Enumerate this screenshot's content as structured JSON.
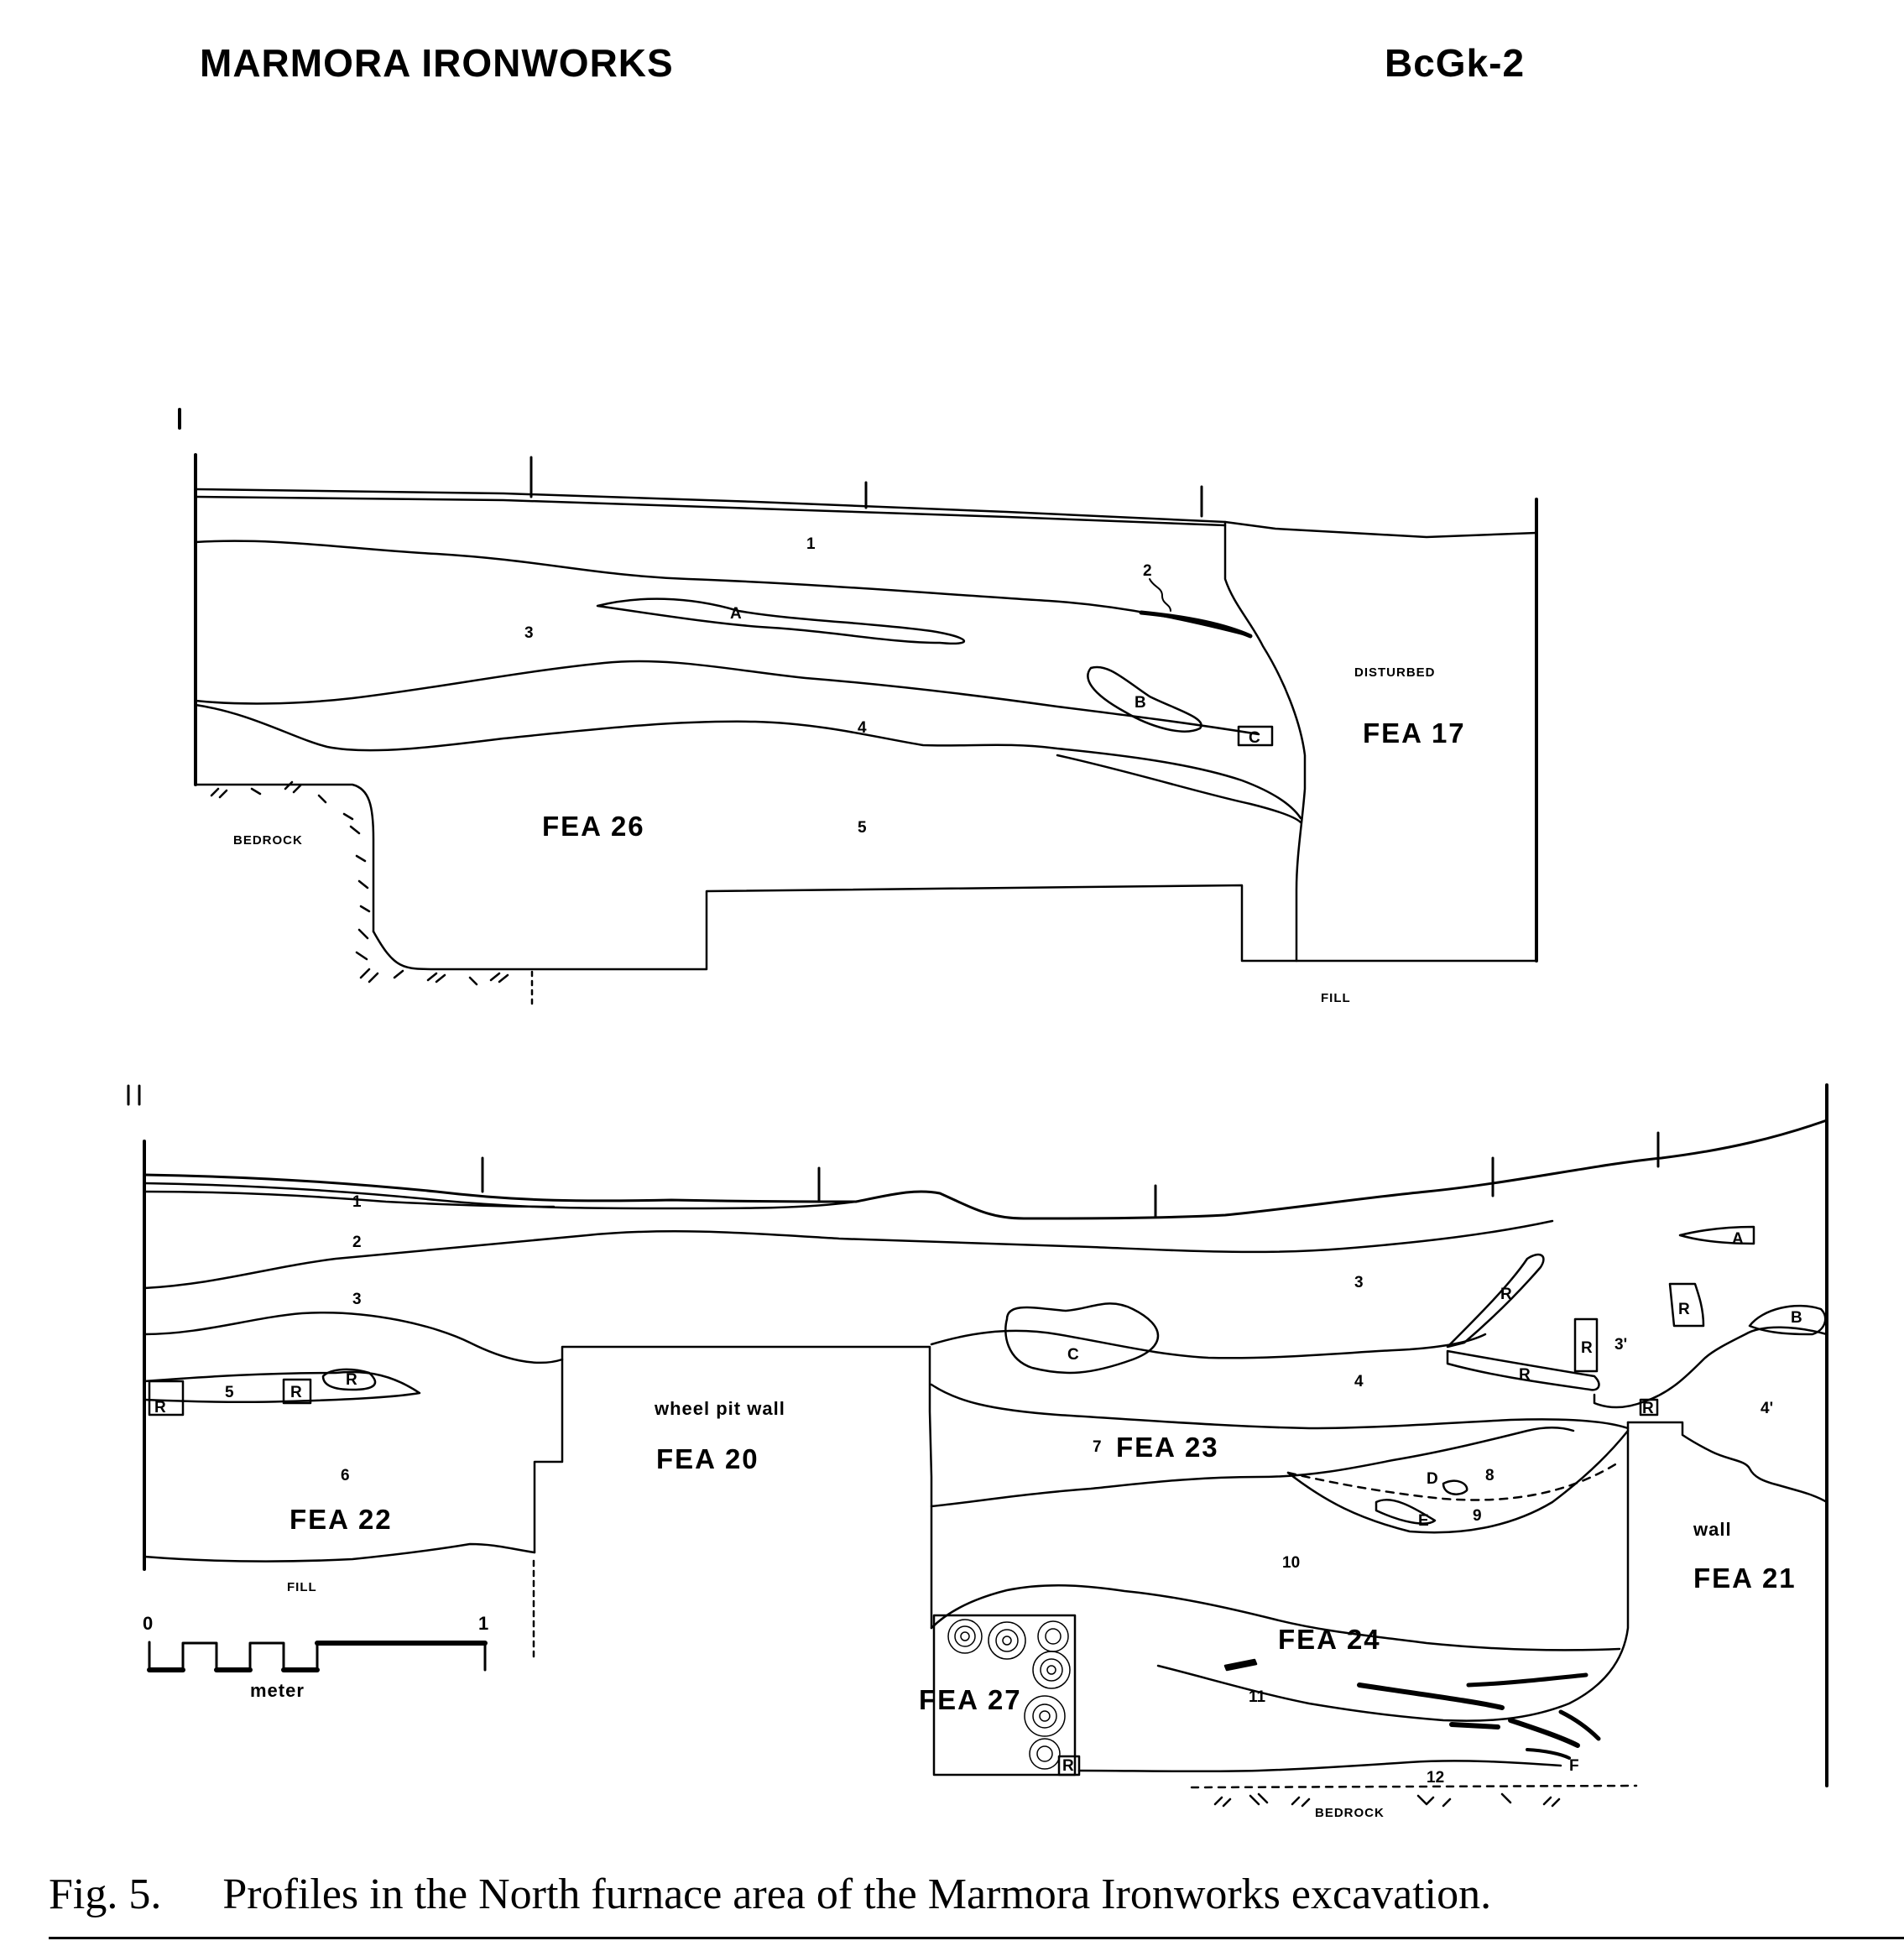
{
  "header": {
    "title": "MARMORA IRONWORKS",
    "site_code": "BcGk-2"
  },
  "profile_1": {
    "id": "I",
    "labels": {
      "fea26": "FEA 26",
      "fea17": "FEA 17",
      "disturbed": "DISTURBED",
      "bedrock": "BEDROCK",
      "fill": "FILL",
      "A": "A",
      "B": "B",
      "C": "C",
      "l1": "1",
      "l2": "2",
      "l3": "3",
      "l4": "4",
      "l5": "5"
    }
  },
  "profile_2": {
    "id": "II",
    "labels": {
      "fea20": "FEA 20",
      "wheel_pit": "wheel pit wall",
      "fea22": "FEA 22",
      "fea23": "FEA 23",
      "fea24": "FEA 24",
      "fea27": "FEA 27",
      "fea21": "FEA 21",
      "wall": "wall",
      "fill": "FILL",
      "bedrock": "BEDROCK",
      "A": "A",
      "B": "B",
      "C": "C",
      "D": "D",
      "E": "E",
      "F": "F",
      "R": "R",
      "l1": "1",
      "l2": "2",
      "l3": "3",
      "l3b": "3",
      "l3p": "3'",
      "l4": "4",
      "l4p": "4'",
      "l5": "5",
      "l6": "6",
      "l7": "7",
      "l8": "8",
      "l9": "9",
      "l10": "10",
      "l11": "11",
      "l12": "12"
    }
  },
  "scale": {
    "zero": "0",
    "one": "1",
    "unit": "meter"
  },
  "caption": {
    "fig": "Fig. 5.",
    "text": "Profiles in the North furnace area of the Marmora Ironworks excavation."
  }
}
